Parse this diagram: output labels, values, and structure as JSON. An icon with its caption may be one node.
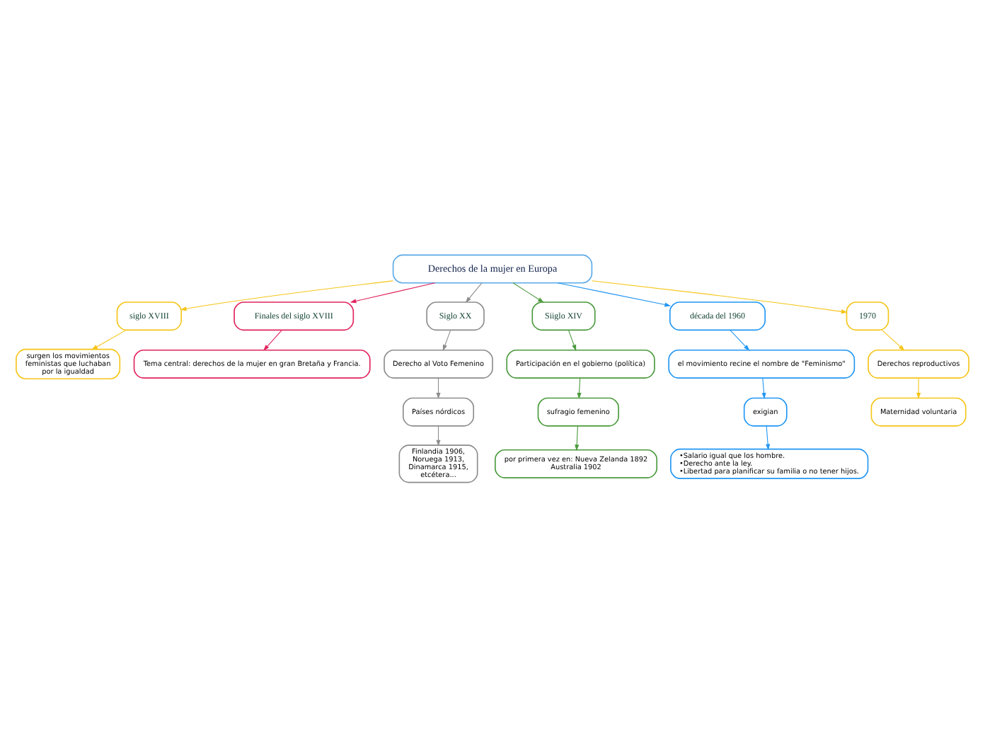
{
  "diagram": {
    "nodes": [
      {
        "text": [
          "Derechos de la mujer en Europa"
        ]
      },
      {
        "text": [
          "siglo XVIII"
        ]
      },
      {
        "text": [
          "surgen los movimientos feministas que luchaban por la igualdad"
        ]
      },
      {
        "text": [
          "Finales del siglo XVIII"
        ]
      },
      {
        "text": [
          "Tema central: derechos de la mujer en gran Bretaña y Francia."
        ]
      },
      {
        "text": [
          "Siglo XX"
        ]
      },
      {
        "text": [
          "Derecho al Voto Femenino"
        ]
      },
      {
        "text": [
          "Países nórdicos"
        ]
      },
      {
        "text": [
          "Finlandia 1906, Noruega 1913, Dinamarca 1915, etcétera..."
        ]
      },
      {
        "text": [
          "Siiglo XIV"
        ]
      },
      {
        "text": [
          "Participación en el gobierno (política)"
        ]
      },
      {
        "text": [
          "sufragio femenino"
        ]
      },
      {
        "text": [
          "por primera vez en: Nueva Zelanda 1892 Australia 1902"
        ]
      },
      {
        "text": [
          "década del 1960"
        ]
      },
      {
        "text": [
          "el movimiento recine el nombre de \"Feminismo\""
        ]
      },
      {
        "text": [
          "exigian"
        ]
      },
      {
        "text": [
          "•Salario igual que los hombre. •Derecho ante la ley. •Libertad para planificar su familia o no tener hijos."
        ]
      },
      {
        "text": [
          "1970"
        ]
      },
      {
        "text": [
          "Derechos reproductivos"
        ]
      },
      {
        "text": [
          "Maternidad voluntaria"
        ]
      }
    ],
    "edges": [
      {
        "from": 0,
        "to": 1,
        "arrow": "to"
      },
      {
        "from": 1,
        "to": 2,
        "arrow": "to"
      },
      {
        "from": 0,
        "to": 3,
        "arrow": "to",
        "color": "#e0245e"
      },
      {
        "from": 3,
        "to": 4,
        "arrow": "to",
        "color": "#e0245e"
      },
      {
        "from": 0,
        "to": 5,
        "arrow": "to",
        "color": "#8c8c8c"
      },
      {
        "from": 5,
        "to": 6,
        "arrow": "to",
        "color": "#8c8c8c"
      },
      {
        "from": 6,
        "to": 7,
        "arrow": "to",
        "color": "#8c8c8c"
      },
      {
        "from": 7,
        "to": 8,
        "arrow": "to",
        "color": "#8c8c8c"
      },
      {
        "from": 0,
        "to": 9,
        "arrow": "to",
        "color": "#4a9a3c"
      },
      {
        "from": 9,
        "to": 10,
        "arrow": "to",
        "color": "#4a9a3c"
      },
      {
        "from": 10,
        "to": 11,
        "arrow": "to",
        "color": "#4a9a3c"
      },
      {
        "from": 11,
        "to": 12,
        "arrow": "to",
        "color": "#4a9a3c"
      },
      {
        "from": 0,
        "to": 13,
        "arrow": "to",
        "color": "#2196f3"
      },
      {
        "from": 13,
        "to": 14,
        "arrow": "to",
        "color": "#2196f3"
      },
      {
        "from": 14,
        "to": 15,
        "arrow": "to",
        "color": "#2196f3"
      },
      {
        "from": 15,
        "to": 16,
        "arrow": "to",
        "color": "#2196f3"
      },
      {
        "from": 0,
        "to": 17,
        "arrow": "to"
      },
      {
        "from": 17,
        "to": 18,
        "arrow": "to"
      },
      {
        "from": 18,
        "to": 19,
        "arrow": "to"
      }
    ]
  }
}
